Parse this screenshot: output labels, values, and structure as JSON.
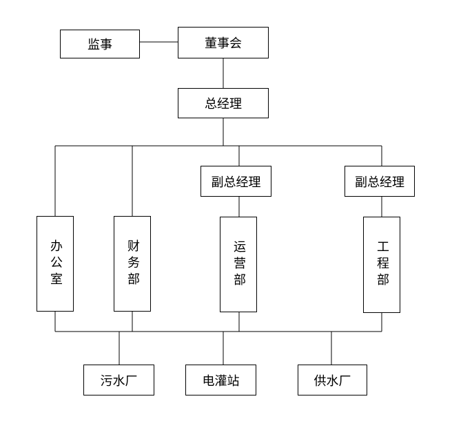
{
  "org": {
    "supervisor": "监事",
    "board": "董事会",
    "gm": "总经理",
    "office": "办公室",
    "finance": "财务部",
    "vp1": "副总经理",
    "operations": "运营部",
    "vp2": "副总经理",
    "engineering": "工程部",
    "sewage_plant": "污水厂",
    "irrigation_station": "电灌站",
    "water_supply_plant": "供水厂"
  }
}
